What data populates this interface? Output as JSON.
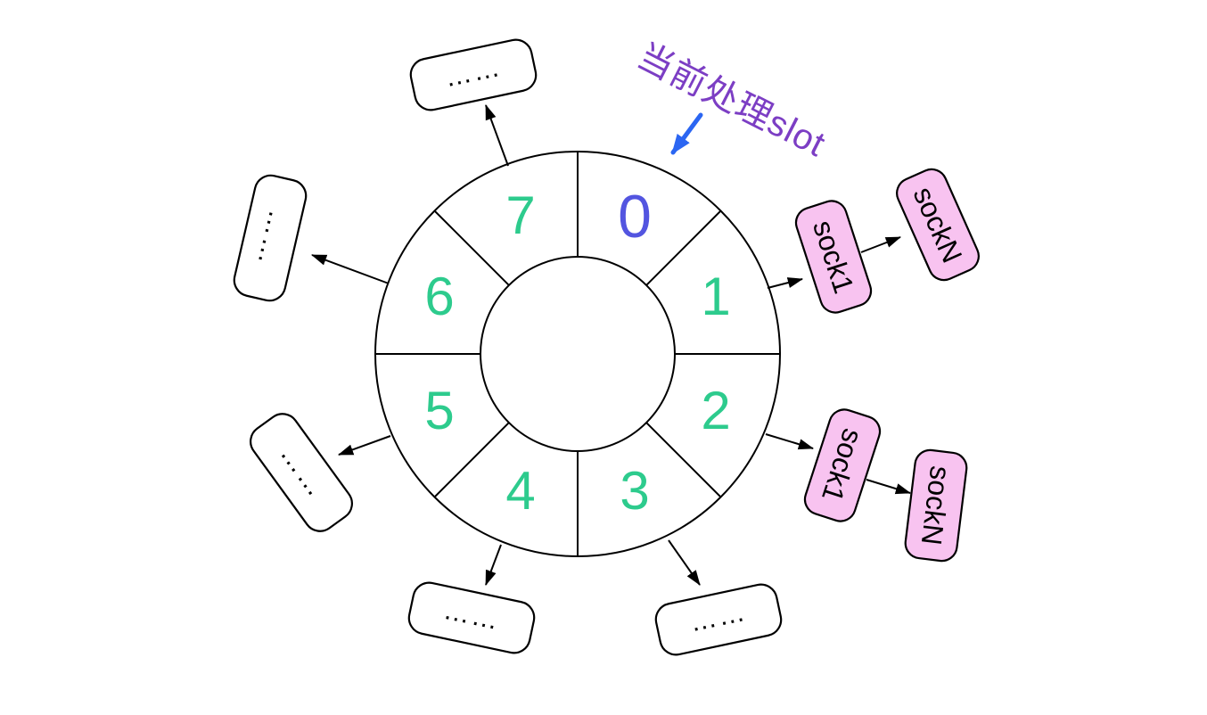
{
  "annotation": {
    "label": "当前处理slot",
    "text_color": "#7C3EC4",
    "arrow_color": "#2B66F2"
  },
  "wheel": {
    "slot_count": 8,
    "slots": [
      {
        "label": "0",
        "color": "#5355E0",
        "current": true
      },
      {
        "label": "1",
        "color": "#2DCB8D",
        "current": false
      },
      {
        "label": "2",
        "color": "#2DCB8D",
        "current": false
      },
      {
        "label": "3",
        "color": "#2DCB8D",
        "current": false
      },
      {
        "label": "4",
        "color": "#2DCB8D",
        "current": false
      },
      {
        "label": "5",
        "color": "#2DCB8D",
        "current": false
      },
      {
        "label": "6",
        "color": "#2DCB8D",
        "current": false
      },
      {
        "label": "7",
        "color": "#2DCB8D",
        "current": false
      }
    ]
  },
  "chains": {
    "node_fill": "#F8C3F0",
    "slot1_nodes": [
      "sock1",
      "sockN"
    ],
    "slot2_nodes": [
      "sock1",
      "sockN"
    ]
  },
  "ellipsis": {
    "label": "……",
    "attached_slots": [
      "7",
      "6",
      "5",
      "4",
      "3"
    ]
  }
}
